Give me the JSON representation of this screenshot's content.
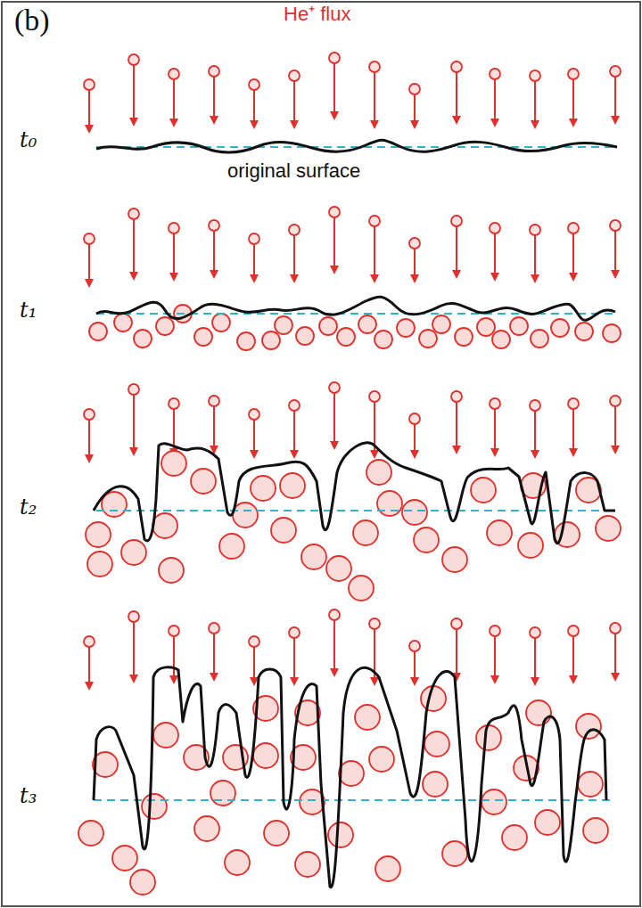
{
  "diagram": {
    "labels": [
      "(b)",
      "He⁺ flux",
      "t₀",
      "original surface",
      "t₁",
      "t₂",
      "t₃"
    ]
  }
}
